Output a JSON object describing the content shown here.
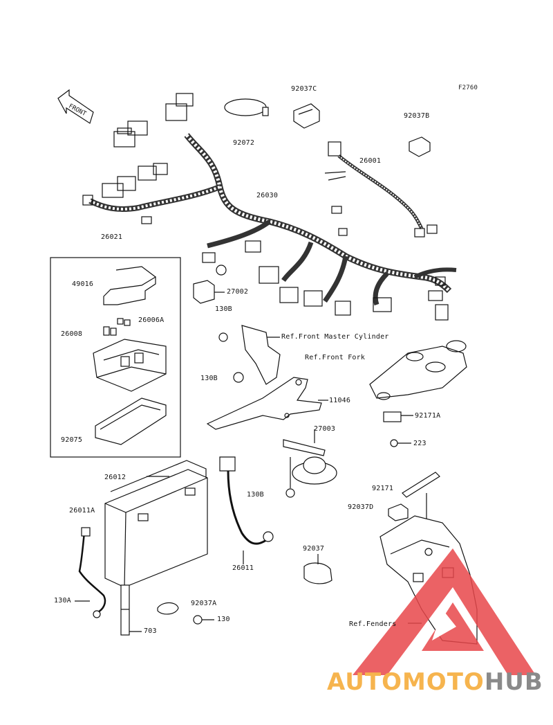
{
  "diagram_code": "F2760",
  "front_arrow_label": "FRONT",
  "parts": {
    "p92037C": "92037C",
    "p92072": "92072",
    "p92037B": "92037B",
    "p26001": "26001",
    "p26030": "26030",
    "p26021": "26021",
    "p49016": "49016",
    "p26006A": "26006A",
    "p26008": "26008",
    "p92075": "92075",
    "p27002": "27002",
    "p130B_a": "130B",
    "p130B_b": "130B",
    "p130B_c": "130B",
    "p11046": "11046",
    "p27003": "27003",
    "p92171A": "92171A",
    "p223": "223",
    "p26012": "26012",
    "p26011A": "26011A",
    "p130A": "130A",
    "p703": "703",
    "p92037A": "92037A",
    "p130": "130",
    "p26011": "26011",
    "p92037": "92037",
    "p92171": "92171",
    "p92037D": "92037D"
  },
  "references": {
    "front_master_cylinder": "Ref.Front Master Cylinder",
    "front_fork": "Ref.Front Fork",
    "fenders": "Ref.Fenders"
  },
  "watermark": {
    "brand_part1": "AUTOMOTO",
    "brand_part2": "HUB",
    "color_primary": "#f6b44e",
    "color_secondary": "#8a8a8a",
    "triangle_color": "#e8474a"
  }
}
